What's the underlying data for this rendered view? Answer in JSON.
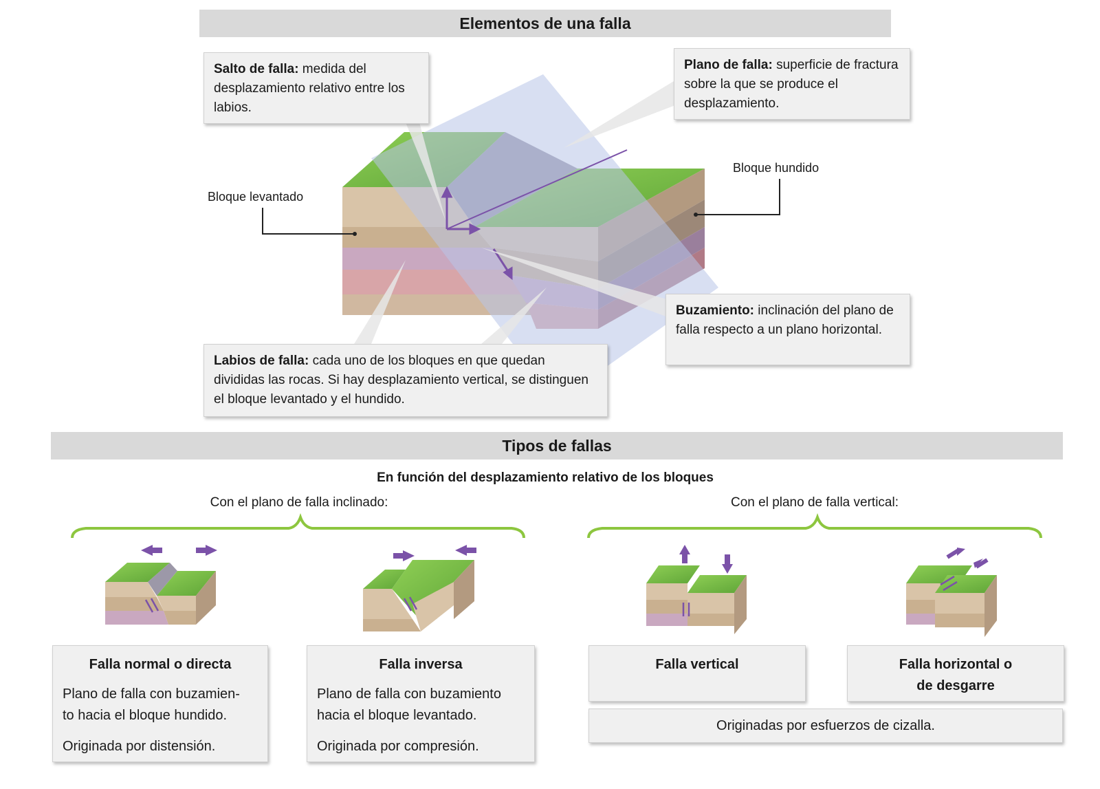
{
  "top": {
    "title": "Elementos de una falla",
    "salto": {
      "term": "Salto de falla:",
      "text": " medida del desplazamiento relativo entre los labios."
    },
    "plano": {
      "term": "Plano de falla:",
      "text": " superficie de fractura sobre la que se produce el desplazamiento."
    },
    "buzamiento": {
      "term": "Buzamiento:",
      "text": " inclinación del plano de falla respecto a un plano horizontal."
    },
    "labios": {
      "term": "Labios de falla:",
      "text": " cada uno de los bloques en que quedan divididas las rocas. Si hay desplazamiento vertical, se distinguen el bloque levantado y el hundido."
    },
    "bloque_levantado": "Bloque levantado",
    "bloque_hundido": "Bloque hundido"
  },
  "types": {
    "title": "Tipos de fallas",
    "subtitle": "En función del desplazamiento relativo de los bloques",
    "inclined_label": "Con el plano de falla inclinado:",
    "vertical_label": "Con el plano de falla vertical:",
    "normal": {
      "title": "Falla normal o directa",
      "line1": "Plano de falla con buzamien-",
      "line2": "to hacia el bloque hundido.",
      "line3": "Originada por distensión."
    },
    "inversa": {
      "title": "Falla inversa",
      "line1": "Plano de falla con buzamiento",
      "line2": "hacia el bloque levantado.",
      "line3": "Originada por compresión."
    },
    "vertical": {
      "title": "Falla vertical"
    },
    "horizontal": {
      "title_line1": "Falla horizontal o",
      "title_line2": "de desgarre"
    },
    "cizalla": "Originadas por esfuerzos de cizalla."
  },
  "colors": {
    "grass": "#7cbf4a",
    "arrow": "#7b52a8",
    "brace": "#8dc63f",
    "plane": "#b8c4e8"
  }
}
